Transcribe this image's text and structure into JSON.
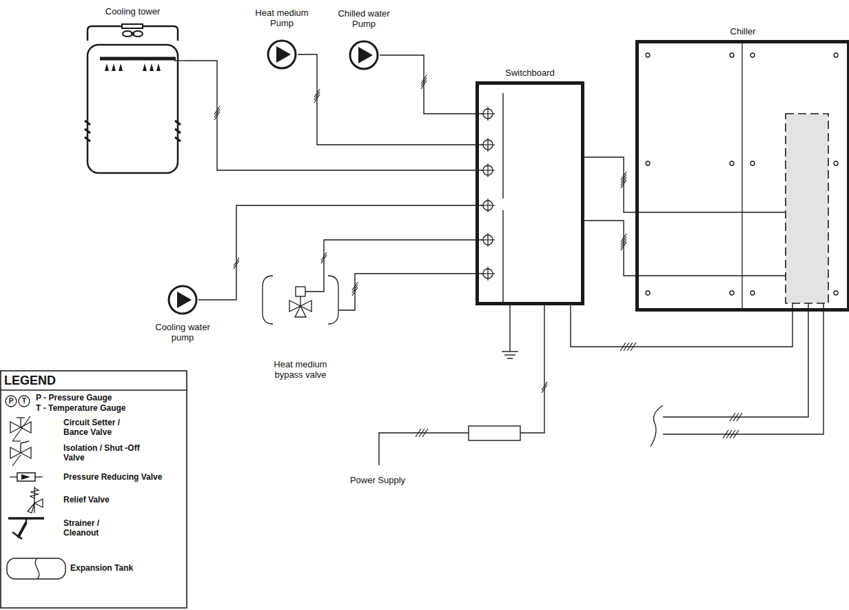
{
  "diagram": {
    "nodes": [
      {
        "text": [
          "Cooling tower"
        ]
      },
      {
        "text": [
          "Heat medium Pump"
        ]
      },
      {
        "text": [
          "Chilled water Pump"
        ]
      },
      {
        "text": [
          "Switchboard"
        ]
      },
      {
        "text": [
          "Chiller"
        ]
      },
      {
        "text": [
          "Cooling water pump"
        ]
      },
      {
        "text": [
          "Heat medium bypass valve"
        ]
      }
    ],
    "edges": [
      {
        "from": 0,
        "to": 3,
        "arrow": "none"
      },
      {
        "from": 1,
        "to": 3,
        "arrow": "none"
      },
      {
        "from": 2,
        "to": 3,
        "arrow": "none"
      },
      {
        "from": 5,
        "to": 3,
        "arrow": "none"
      },
      {
        "from": 6,
        "to": 3,
        "arrow": "none"
      },
      {
        "from": 6,
        "to": 3,
        "arrow": "none"
      },
      {
        "from": 3,
        "to": 4,
        "arrow": "none"
      },
      {
        "from": 3,
        "to": 4,
        "arrow": "none"
      },
      {
        "from": 3,
        "to": 4,
        "arrow": "none"
      }
    ],
    "labels": [
      "Power Supply",
      "LEGEND",
      "P",
      "T"
    ],
    "legend": [
      {
        "text": "P - Pressure Gauge"
      },
      {
        "text": "T - Temperature Gauge"
      },
      {
        "text": "Circuit Setter / Bance Valve"
      },
      {
        "text": "Isolation / Shut -Off Valve"
      },
      {
        "text": "Pressure Reducing Valve"
      },
      {
        "text": "Relief Valve"
      },
      {
        "text": "Strainer / Cleanout"
      },
      {
        "text": "Expansion Tank"
      }
    ]
  }
}
